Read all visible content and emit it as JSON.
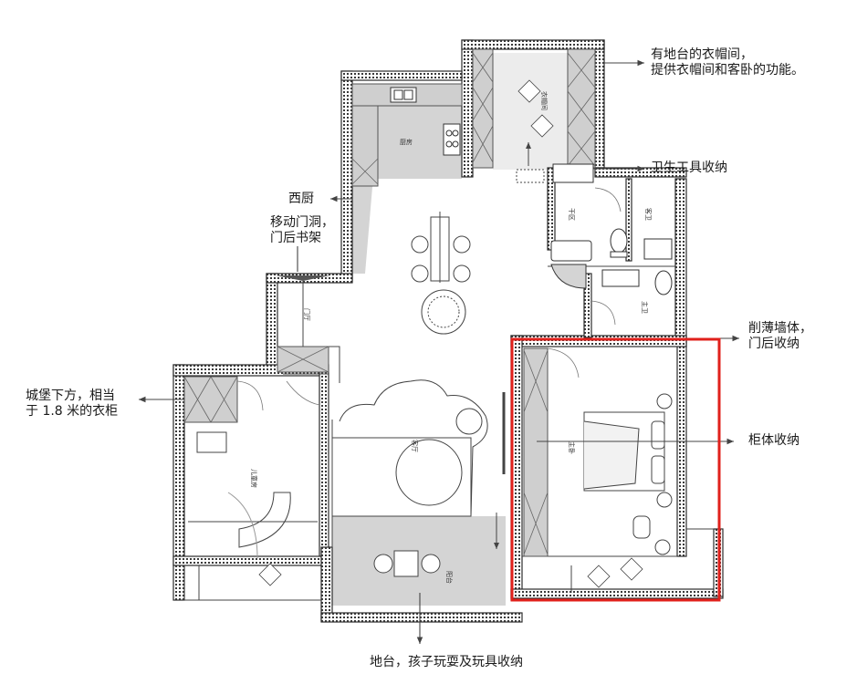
{
  "annotations": {
    "cloakroom": {
      "line1": "有地台的衣帽间，",
      "line2": "提供衣帽间和客卧的功能。"
    },
    "sanitary_storage": "卫生工具收纳",
    "western_kitchen": "西厨",
    "movable_door": {
      "line1": "移动门洞，",
      "line2": "门后书架"
    },
    "thinned_wall": {
      "line1": "削薄墙体，",
      "line2": "门后收纳"
    },
    "castle_wardrobe": {
      "line1": "城堡下方，相当",
      "line2": "于 1.8 米的衣柜"
    },
    "cabinet_storage": "柜体收纳",
    "balcony_platform": "地台，孩子玩耍及玩具收纳"
  },
  "rooms": {
    "kitchen": "厨房",
    "cloakroom": "衣帽间",
    "dry_zone": "干区",
    "guest_bath": "客卫",
    "master_bath": "主卫",
    "foyer": "门厅",
    "kids_room": "儿童房",
    "living_room": "客厅",
    "master_bedroom": "主卧",
    "balcony": "阳台"
  },
  "colors": {
    "wall": "#2b2b2b",
    "fill_gray": "#d4d4d4",
    "cabinet_gray": "#cfcfcf",
    "line": "#444444",
    "highlight": "#e0201b"
  }
}
